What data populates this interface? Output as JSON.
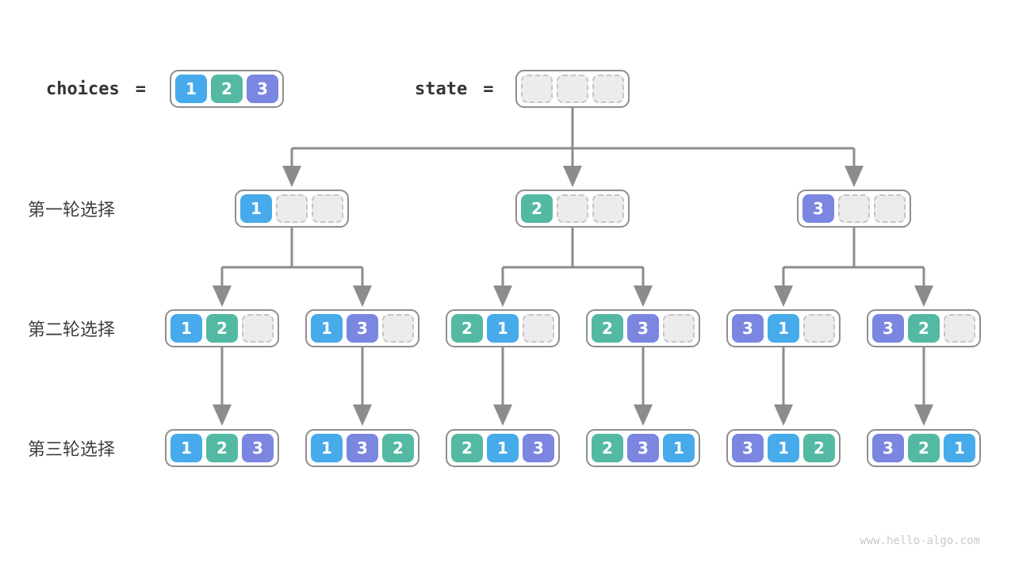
{
  "legend": {
    "choices": {
      "label": "choices",
      "equals": "=",
      "cells": [
        "1",
        "2",
        "3"
      ]
    },
    "state": {
      "label": "state",
      "equals": "=",
      "cells": [
        "",
        "",
        ""
      ]
    }
  },
  "rows": [
    {
      "label": "第一轮选择",
      "boxes": [
        [
          "1",
          "",
          ""
        ],
        [
          "2",
          "",
          ""
        ],
        [
          "3",
          "",
          ""
        ]
      ]
    },
    {
      "label": "第二轮选择",
      "boxes": [
        [
          "1",
          "2",
          ""
        ],
        [
          "1",
          "3",
          ""
        ],
        [
          "2",
          "1",
          ""
        ],
        [
          "2",
          "3",
          ""
        ],
        [
          "3",
          "1",
          ""
        ],
        [
          "3",
          "2",
          ""
        ]
      ]
    },
    {
      "label": "第三轮选择",
      "boxes": [
        [
          "1",
          "2",
          "3"
        ],
        [
          "1",
          "3",
          "2"
        ],
        [
          "2",
          "1",
          "3"
        ],
        [
          "2",
          "3",
          "1"
        ],
        [
          "3",
          "1",
          "2"
        ],
        [
          "3",
          "2",
          "1"
        ]
      ]
    }
  ],
  "watermark": "www.hello-algo.com",
  "colors": {
    "value1": "#47AAEB",
    "value2": "#53B9A2",
    "value3": "#7B86E1",
    "empty_fill": "#ECECEC",
    "empty_border": "#C5C5C5",
    "box_border": "#8F8F8F",
    "arrow": "#8C8C8C"
  }
}
